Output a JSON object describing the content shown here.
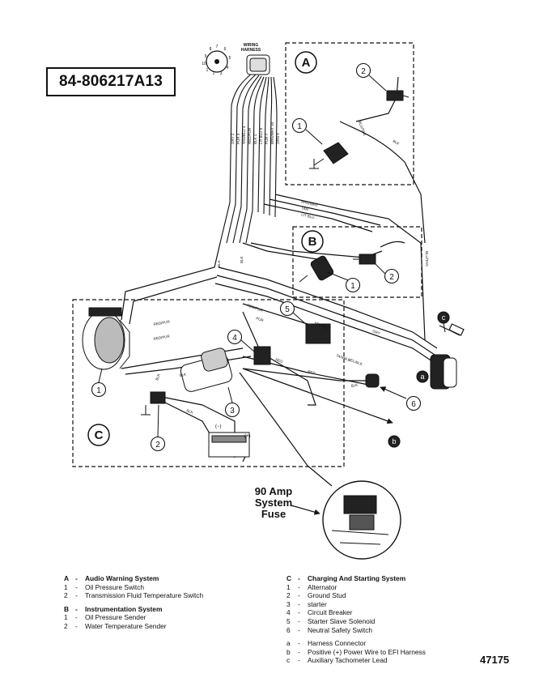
{
  "part_number": "84-806217A13",
  "figure_number": "47175",
  "harness_label": [
    "WIRING",
    "HARNESS"
  ],
  "connector_pins": [
    "7",
    "8",
    "9",
    "6",
    "5",
    "4",
    "3",
    "2",
    "1",
    "10"
  ],
  "wire_labels": {
    "harness": [
      "GRY 2",
      "PUR 3",
      "TAN/BLU 4",
      "RED/PUR",
      "BLK 1",
      "LIT BLU 8",
      "PUR 7",
      "BRN/WHT 10",
      "ORN 9"
    ],
    "misc": [
      "BLU/TAN",
      "BLK",
      "BRN/WHT",
      "TAN",
      "LIT BLU",
      "BLU/TAN",
      "RED/PUR",
      "PUR",
      "RED",
      "RED/PUR",
      "TAN/BLU",
      "YEL/RED",
      "YEL/BLK",
      "GRY",
      "BLK",
      "BLK",
      "BLK",
      "BLK",
      "RED/PUR",
      "RED",
      "BLK",
      "BLK"
    ]
  },
  "sections": {
    "A": "A",
    "B": "B",
    "C": "C"
  },
  "callouts": [
    "1",
    "2",
    "1",
    "2",
    "1",
    "2",
    "3",
    "4",
    "5",
    "6",
    "a",
    "b",
    "c"
  ],
  "fuse_label": [
    "90 Amp",
    "System",
    "Fuse"
  ],
  "battery_terms": {
    "neg": "(−)",
    "pos": "(+)"
  },
  "legend": {
    "left": [
      {
        "key": "A",
        "sep": "-",
        "text": "Audio Warning System",
        "head": true
      },
      {
        "key": "1",
        "sep": "-",
        "text": "Oil Pressure Switch"
      },
      {
        "key": "2",
        "sep": "-",
        "text": "Transmission Fluid Temperature Switch"
      },
      {
        "gap": true
      },
      {
        "key": "B",
        "sep": "-",
        "text": "Instrumentation System",
        "head": true
      },
      {
        "key": "1",
        "sep": "-",
        "text": "Oil Pressure Sender"
      },
      {
        "key": "2",
        "sep": "-",
        "text": "Water Temperature Sender"
      }
    ],
    "right": [
      {
        "key": "C",
        "sep": "-",
        "text": "Charging And Starting System",
        "head": true
      },
      {
        "key": "1",
        "sep": "-",
        "text": "Alternator"
      },
      {
        "key": "2",
        "sep": "-",
        "text": "Ground Stud"
      },
      {
        "key": "3",
        "sep": "-",
        "text": "starter"
      },
      {
        "key": "4",
        "sep": "-",
        "text": "Circuit Breaker"
      },
      {
        "key": "5",
        "sep": "-",
        "text": "Starter Slave Solenoid"
      },
      {
        "key": "6",
        "sep": "-",
        "text": "Neutral Safety Switch"
      },
      {
        "gap": true
      },
      {
        "key": "a",
        "sep": "-",
        "text": "Harness Connector"
      },
      {
        "key": "b",
        "sep": "-",
        "text": "Positive (+) Power Wire to EFI Harness"
      },
      {
        "key": "c",
        "sep": "-",
        "text": "Auxiliary Tachometer Lead"
      }
    ]
  }
}
